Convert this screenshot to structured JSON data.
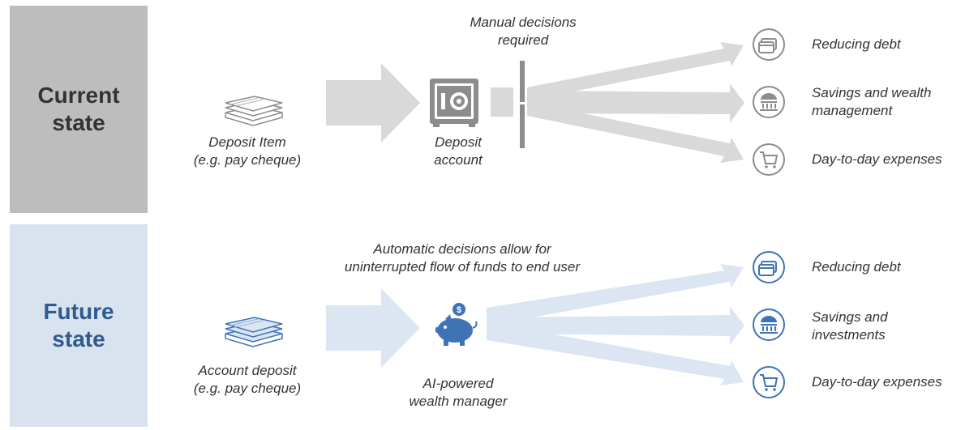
{
  "current": {
    "state_line1": "Current",
    "state_line2": "state",
    "deposit_line1": "Deposit Item",
    "deposit_line2": "(e.g. pay cheque)",
    "account_line1": "Deposit",
    "account_line2": "account",
    "decision_line1": "Manual decisions",
    "decision_line2": "required",
    "outputs": [
      {
        "icon": "credit-card-icon",
        "line1": "Reducing debt"
      },
      {
        "icon": "bank-icon",
        "line1": "Savings and wealth",
        "line2": "management"
      },
      {
        "icon": "shopping-cart-icon",
        "line1": "Day-to-day expenses"
      }
    ]
  },
  "future": {
    "state_line1": "Future",
    "state_line2": "state",
    "deposit_line1": "Account deposit",
    "deposit_line2": "(e.g. pay cheque)",
    "manager_line1": "AI-powered",
    "manager_line2": "wealth manager",
    "decision_line1": "Automatic decisions allow for",
    "decision_line2": "uninterrupted flow of funds to end user",
    "outputs": [
      {
        "icon": "credit-card-icon",
        "line1": "Reducing debt"
      },
      {
        "icon": "bank-icon",
        "line1": "Savings and",
        "line2": "investments"
      },
      {
        "icon": "shopping-cart-icon",
        "line1": "Day-to-day expenses"
      }
    ]
  },
  "colors": {
    "current_box": "#bdbdbd",
    "current_text": "#333333",
    "current_arrow": "#d9d9d9",
    "current_icon": "#8c8c8c",
    "future_box": "#d9e2ef",
    "future_text": "#2e5a8e",
    "future_arrow": "#dce6f3",
    "future_icon": "#3f73b5"
  }
}
